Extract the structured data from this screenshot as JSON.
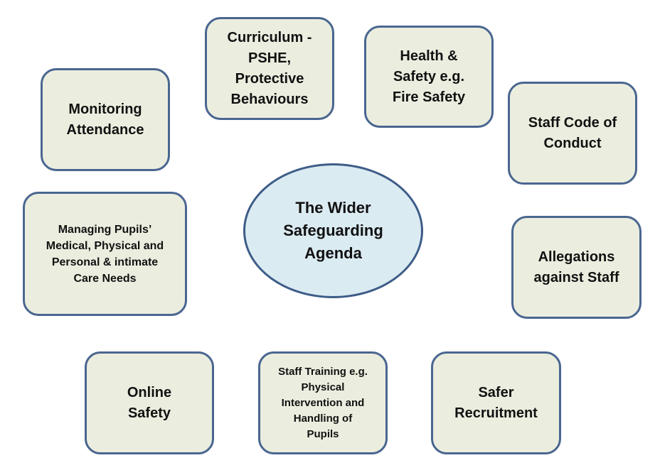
{
  "diagram": {
    "center": {
      "label": "The Wider\nSafeguarding\nAgenda",
      "fill": "#dbebf2",
      "stroke": "#3d5c87"
    },
    "node_style": {
      "fill": "#ebeedf",
      "stroke": "#4a6690"
    },
    "nodes": [
      {
        "id": "curriculum",
        "label": "Curriculum -\nPSHE,\nProtective\nBehaviours"
      },
      {
        "id": "health-safety",
        "label": "Health &\nSafety e.g.\nFire Safety"
      },
      {
        "id": "monitoring-attendance",
        "label": "Monitoring\nAttendance"
      },
      {
        "id": "staff-code",
        "label": "Staff Code of\nConduct"
      },
      {
        "id": "managing-pupils",
        "label": "Managing Pupils’\nMedical,  Physical and\nPersonal & intimate\nCare Needs"
      },
      {
        "id": "allegations",
        "label": "Allegations\nagainst Staff"
      },
      {
        "id": "online-safety",
        "label": "Online\nSafety"
      },
      {
        "id": "staff-training",
        "label": "Staff Training e.g.\nPhysical\nIntervention and\nHandling of\nPupils"
      },
      {
        "id": "safer-recruitment",
        "label": "Safer\nRecruitment"
      }
    ]
  }
}
